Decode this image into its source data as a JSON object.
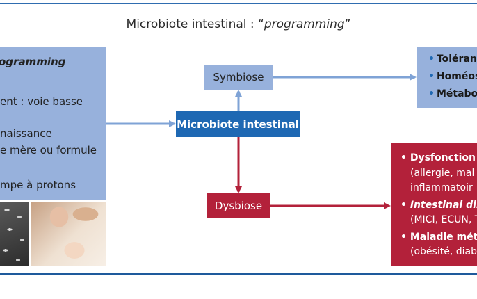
{
  "title": {
    "prefix": "Microbiote intestinal : “",
    "italic": "programming",
    "suffix": "”"
  },
  "left_box": {
    "heading": "ogramming",
    "lines": [
      "ent : voie basse",
      "naissance",
      "e mère ou formule",
      "mpe à protons"
    ]
  },
  "nodes": {
    "symbiose": "Symbiose",
    "microbiote": "Microbiote intestinal",
    "dysbiose": "Dysbiose"
  },
  "right_blue": {
    "items": [
      "Toléranc",
      "Homéos",
      "Métabo"
    ]
  },
  "right_red": {
    "lines": [
      "• Dysfonction i",
      "(allergie, mal",
      "inflammatoir",
      "• Intestinal dise",
      "(MICI, ECUN, T",
      "• Maladie méta",
      "(obésité, diab"
    ]
  },
  "colors": {
    "light_blue": "#97b1dc",
    "dark_blue": "#1e68b3",
    "red": "#b3213a",
    "arrow_blue": "#7fa3d6",
    "arrow_red": "#b3213a"
  },
  "images": [
    "bacteria-micrograph",
    "mother-breastfeeding-photo"
  ]
}
